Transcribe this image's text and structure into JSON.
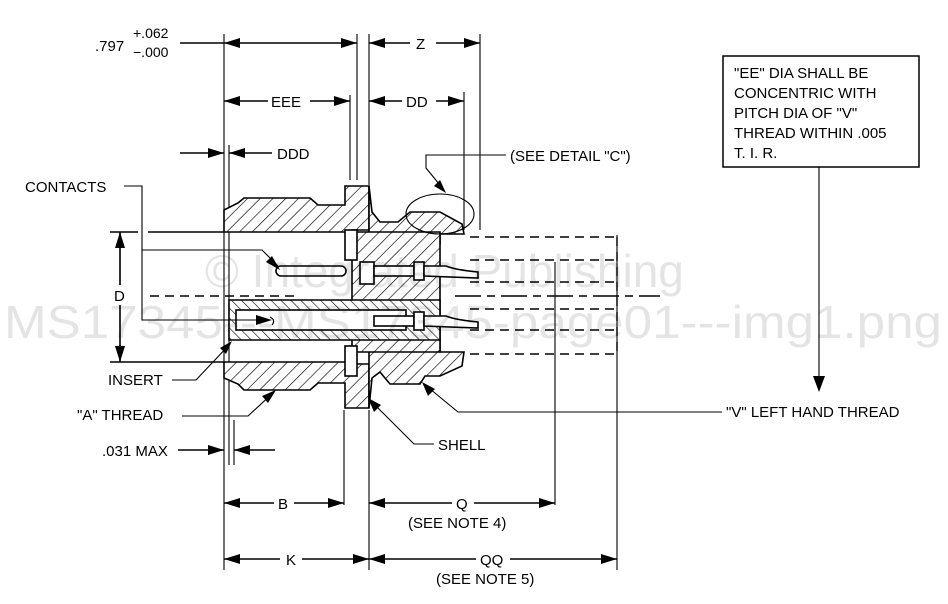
{
  "drawing": {
    "dimensions": {
      "overall_length": ".797",
      "overall_tol_plus": "+.062",
      "overall_tol_minus": "−.000",
      "z": "Z",
      "eee": "EEE",
      "dd": "DD",
      "ddd": "DDD",
      "d": "D",
      "b": "B",
      "k": "K",
      "q": "Q",
      "q_note": "(SEE NOTE 4)",
      "qq": "QQ",
      "qq_note": "(SEE NOTE 5)",
      "max_031": ".031 MAX"
    },
    "callouts": {
      "contacts": "CONTACTS",
      "insert": "INSERT",
      "a_thread": "\"A\" THREAD",
      "shell": "SHELL",
      "v_thread": "\"V\" LEFT HAND THREAD",
      "detail_c": "(SEE DETAIL \"C\")"
    },
    "note_box": {
      "lines": [
        "\"EE\" DIA SHALL BE",
        "CONCENTRIC WITH",
        "PITCH DIA OF \"V\"",
        "THREAD WITHIN .005",
        "T. I. R."
      ]
    },
    "watermark": {
      "line1": "© Integrated Publishing",
      "line2": "MS17345---MS17345-page01---img1.png"
    }
  }
}
